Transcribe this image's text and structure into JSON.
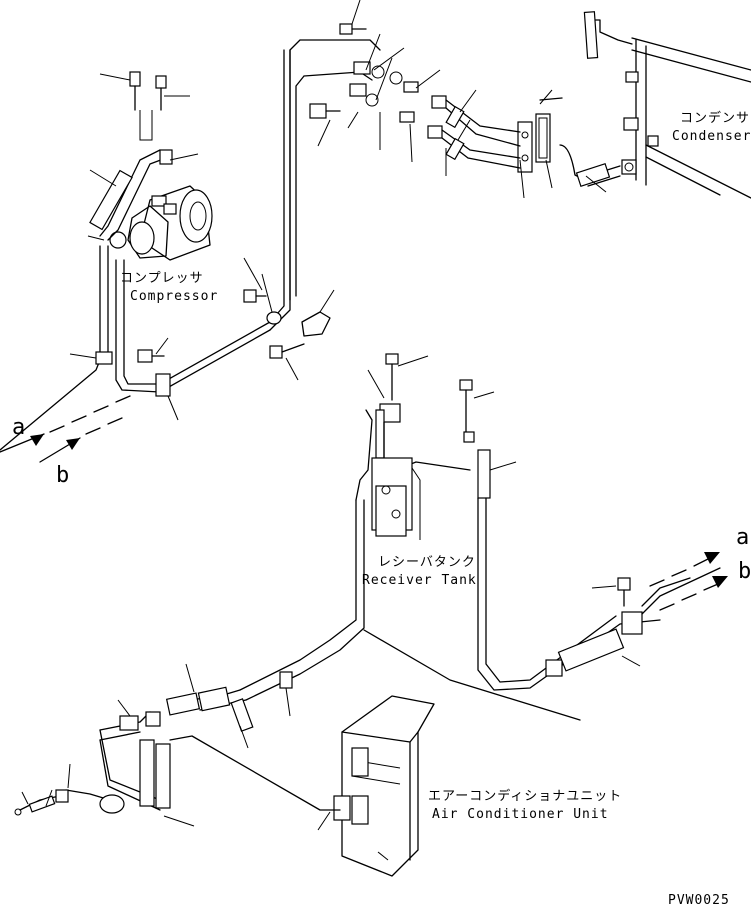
{
  "labels": {
    "condenser_jp": "コンデンサ",
    "condenser_en": "Condenser",
    "compressor_jp": "コンプレッサ",
    "compressor_en": "Compressor",
    "receiver_jp": "レシーバタンク",
    "receiver_en": "Receiver Tank",
    "ac_unit_jp": "エアーコンディショナユニット",
    "ac_unit_en": "Air Conditioner Unit"
  },
  "connectors": {
    "left_a": "a",
    "left_b": "b",
    "right_a": "a",
    "right_b": "b"
  },
  "drawing_code": "PVW0025"
}
